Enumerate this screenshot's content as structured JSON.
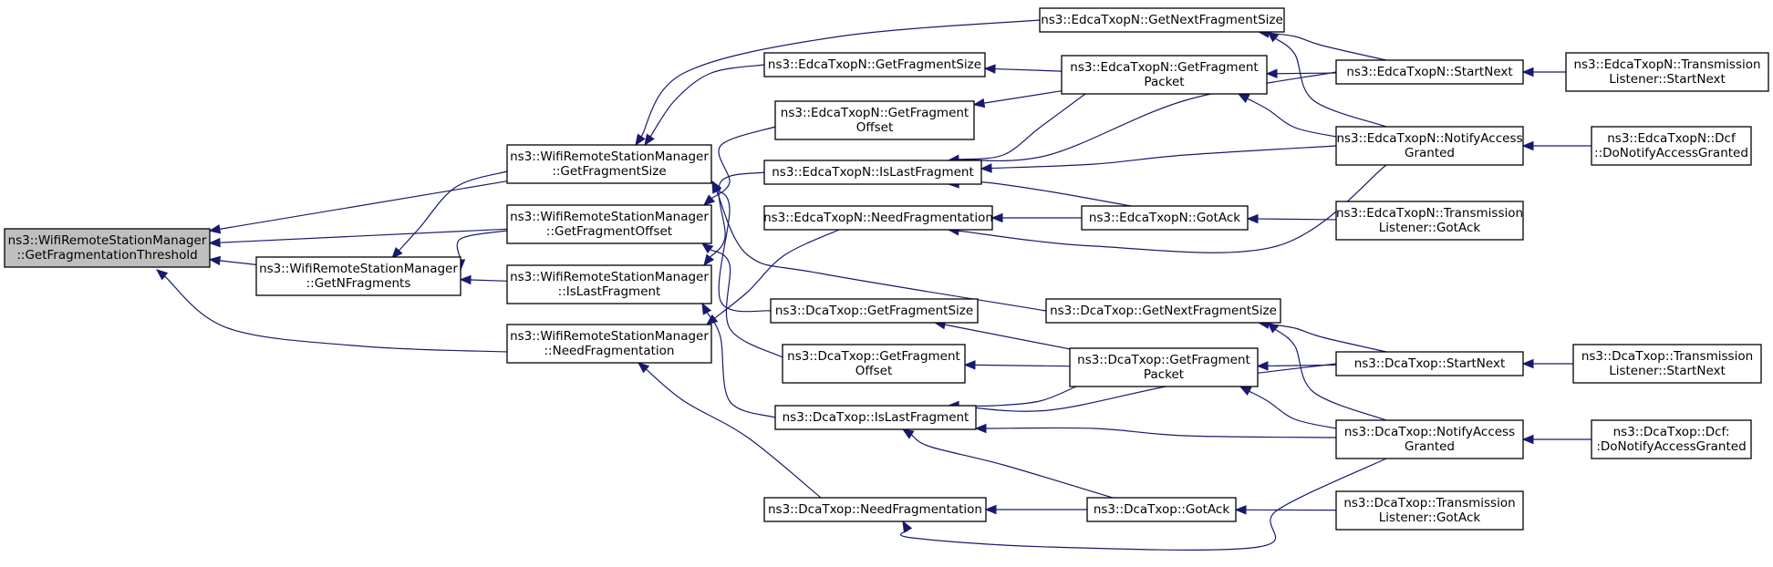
{
  "diagram": {
    "nodes": [
      {
        "id": "root",
        "lines": [
          "ns3::WifiRemoteStationManager",
          "::GetFragmentationThreshold"
        ],
        "highlight": true
      },
      {
        "id": "wrsm_getnfragments",
        "lines": [
          "ns3::WifiRemoteStationManager",
          "::GetNFragments"
        ]
      },
      {
        "id": "wrsm_getfragmentsize",
        "lines": [
          "ns3::WifiRemoteStationManager",
          "::GetFragmentSize"
        ]
      },
      {
        "id": "wrsm_getfragmentoffset",
        "lines": [
          "ns3::WifiRemoteStationManager",
          "::GetFragmentOffset"
        ]
      },
      {
        "id": "wrsm_islastfragment",
        "lines": [
          "ns3::WifiRemoteStationManager",
          "::IsLastFragment"
        ]
      },
      {
        "id": "wrsm_needfragmentation",
        "lines": [
          "ns3::WifiRemoteStationManager",
          "::NeedFragmentation"
        ]
      },
      {
        "id": "edca_getfragmentsize",
        "lines": [
          "ns3::EdcaTxopN::GetFragmentSize"
        ]
      },
      {
        "id": "edca_getfragmentoffset",
        "lines": [
          "ns3::EdcaTxopN::GetFragment",
          "Offset"
        ]
      },
      {
        "id": "edca_islastfragment",
        "lines": [
          "ns3::EdcaTxopN::IsLastFragment"
        ]
      },
      {
        "id": "edca_needfragmentation",
        "lines": [
          "ns3::EdcaTxopN::NeedFragmentation"
        ]
      },
      {
        "id": "edca_getnextfragmentsize",
        "lines": [
          "ns3::EdcaTxopN::GetNextFragmentSize"
        ]
      },
      {
        "id": "edca_getfragmentpacket",
        "lines": [
          "ns3::EdcaTxopN::GetFragment",
          "Packet"
        ]
      },
      {
        "id": "edca_gotack",
        "lines": [
          "ns3::EdcaTxopN::GotAck"
        ]
      },
      {
        "id": "edca_startnext",
        "lines": [
          "ns3::EdcaTxopN::StartNext"
        ]
      },
      {
        "id": "edca_notifyaccessgranted",
        "lines": [
          "ns3::EdcaTxopN::NotifyAccess",
          "Granted"
        ]
      },
      {
        "id": "edca_tl_gotack",
        "lines": [
          "ns3::EdcaTxopN::Transmission",
          "Listener::GotAck"
        ]
      },
      {
        "id": "edca_tl_startnext",
        "lines": [
          "ns3::EdcaTxopN::Transmission",
          "Listener::StartNext"
        ]
      },
      {
        "id": "edca_dcf_donotify",
        "lines": [
          "ns3::EdcaTxopN::Dcf",
          "::DoNotifyAccessGranted"
        ]
      },
      {
        "id": "dca_getfragmentsize",
        "lines": [
          "ns3::DcaTxop::GetFragmentSize"
        ]
      },
      {
        "id": "dca_getfragmentoffset",
        "lines": [
          "ns3::DcaTxop::GetFragment",
          "Offset"
        ]
      },
      {
        "id": "dca_islastfragment",
        "lines": [
          "ns3::DcaTxop::IsLastFragment"
        ]
      },
      {
        "id": "dca_needfragmentation",
        "lines": [
          "ns3::DcaTxop::NeedFragmentation"
        ]
      },
      {
        "id": "dca_getnextfragmentsize",
        "lines": [
          "ns3::DcaTxop::GetNextFragmentSize"
        ]
      },
      {
        "id": "dca_getfragmentpacket",
        "lines": [
          "ns3::DcaTxop::GetFragment",
          "Packet"
        ]
      },
      {
        "id": "dca_gotack",
        "lines": [
          "ns3::DcaTxop::GotAck"
        ]
      },
      {
        "id": "dca_startnext",
        "lines": [
          "ns3::DcaTxop::StartNext"
        ]
      },
      {
        "id": "dca_notifyaccessgranted",
        "lines": [
          "ns3::DcaTxop::NotifyAccess",
          "Granted"
        ]
      },
      {
        "id": "dca_tl_startnext",
        "lines": [
          "ns3::DcaTxop::Transmission",
          "Listener::StartNext"
        ]
      },
      {
        "id": "dca_dcf_donotify",
        "lines": [
          "ns3::DcaTxop::Dcf:",
          ":DoNotifyAccessGranted"
        ]
      },
      {
        "id": "dca_tl_gotack",
        "lines": [
          "ns3::DcaTxop::Transmission",
          "Listener::GotAck"
        ]
      }
    ],
    "edges": [
      {
        "from": "wrsm_getfragmentsize",
        "to": "root"
      },
      {
        "from": "wrsm_getfragmentoffset",
        "to": "root"
      },
      {
        "from": "wrsm_getnfragments",
        "to": "root"
      },
      {
        "from": "wrsm_needfragmentation",
        "to": "root"
      },
      {
        "from": "wrsm_getfragmentsize",
        "to": "wrsm_getnfragments"
      },
      {
        "from": "wrsm_getfragmentoffset",
        "to": "wrsm_getnfragments"
      },
      {
        "from": "wrsm_islastfragment",
        "to": "wrsm_getnfragments"
      },
      {
        "from": "edca_getnextfragmentsize",
        "to": "wrsm_getfragmentsize"
      },
      {
        "from": "edca_getfragmentsize",
        "to": "wrsm_getfragmentsize"
      },
      {
        "from": "dca_getfragmentsize",
        "to": "wrsm_getfragmentsize"
      },
      {
        "from": "dca_getnextfragmentsize",
        "to": "wrsm_getfragmentsize"
      },
      {
        "from": "edca_getfragmentoffset",
        "to": "wrsm_getfragmentoffset"
      },
      {
        "from": "dca_getfragmentoffset",
        "to": "wrsm_getfragmentoffset"
      },
      {
        "from": "edca_islastfragment",
        "to": "wrsm_islastfragment"
      },
      {
        "from": "dca_islastfragment",
        "to": "wrsm_islastfragment"
      },
      {
        "from": "edca_needfragmentation",
        "to": "wrsm_needfragmentation"
      },
      {
        "from": "dca_needfragmentation",
        "to": "wrsm_needfragmentation"
      },
      {
        "from": "edca_getfragmentpacket",
        "to": "edca_getfragmentsize"
      },
      {
        "from": "edca_getfragmentpacket",
        "to": "edca_getfragmentoffset"
      },
      {
        "from": "edca_getfragmentpacket",
        "to": "edca_islastfragment"
      },
      {
        "from": "edca_startnext",
        "to": "edca_islastfragment"
      },
      {
        "from": "edca_notifyaccessgranted",
        "to": "edca_islastfragment"
      },
      {
        "from": "edca_gotack",
        "to": "edca_islastfragment"
      },
      {
        "from": "edca_gotack",
        "to": "edca_needfragmentation"
      },
      {
        "from": "edca_notifyaccessgranted",
        "to": "edca_needfragmentation"
      },
      {
        "from": "edca_startnext",
        "to": "edca_getnextfragmentsize"
      },
      {
        "from": "edca_notifyaccessgranted",
        "to": "edca_getnextfragmentsize"
      },
      {
        "from": "edca_startnext",
        "to": "edca_getfragmentpacket"
      },
      {
        "from": "edca_notifyaccessgranted",
        "to": "edca_getfragmentpacket"
      },
      {
        "from": "edca_tl_gotack",
        "to": "edca_gotack"
      },
      {
        "from": "edca_tl_startnext",
        "to": "edca_startnext"
      },
      {
        "from": "edca_dcf_donotify",
        "to": "edca_notifyaccessgranted"
      },
      {
        "from": "dca_getfragmentpacket",
        "to": "dca_getfragmentsize"
      },
      {
        "from": "dca_getfragmentpacket",
        "to": "dca_getfragmentoffset"
      },
      {
        "from": "dca_getfragmentpacket",
        "to": "dca_islastfragment"
      },
      {
        "from": "dca_startnext",
        "to": "dca_islastfragment"
      },
      {
        "from": "dca_notifyaccessgranted",
        "to": "dca_islastfragment"
      },
      {
        "from": "dca_gotack",
        "to": "dca_islastfragment"
      },
      {
        "from": "dca_gotack",
        "to": "dca_needfragmentation"
      },
      {
        "from": "dca_notifyaccessgranted",
        "to": "dca_needfragmentation"
      },
      {
        "from": "dca_startnext",
        "to": "dca_getnextfragmentsize"
      },
      {
        "from": "dca_notifyaccessgranted",
        "to": "dca_getnextfragmentsize"
      },
      {
        "from": "dca_startnext",
        "to": "dca_getfragmentpacket"
      },
      {
        "from": "dca_notifyaccessgranted",
        "to": "dca_getfragmentpacket"
      },
      {
        "from": "dca_tl_gotack",
        "to": "dca_gotack"
      },
      {
        "from": "dca_tl_startnext",
        "to": "dca_startnext"
      },
      {
        "from": "dca_dcf_donotify",
        "to": "dca_notifyaccessgranted"
      }
    ],
    "colors": {
      "edge": "#191970",
      "root_fill": "#bfbfbf",
      "node_fill": "#ffffff",
      "node_stroke": "#000000"
    }
  }
}
